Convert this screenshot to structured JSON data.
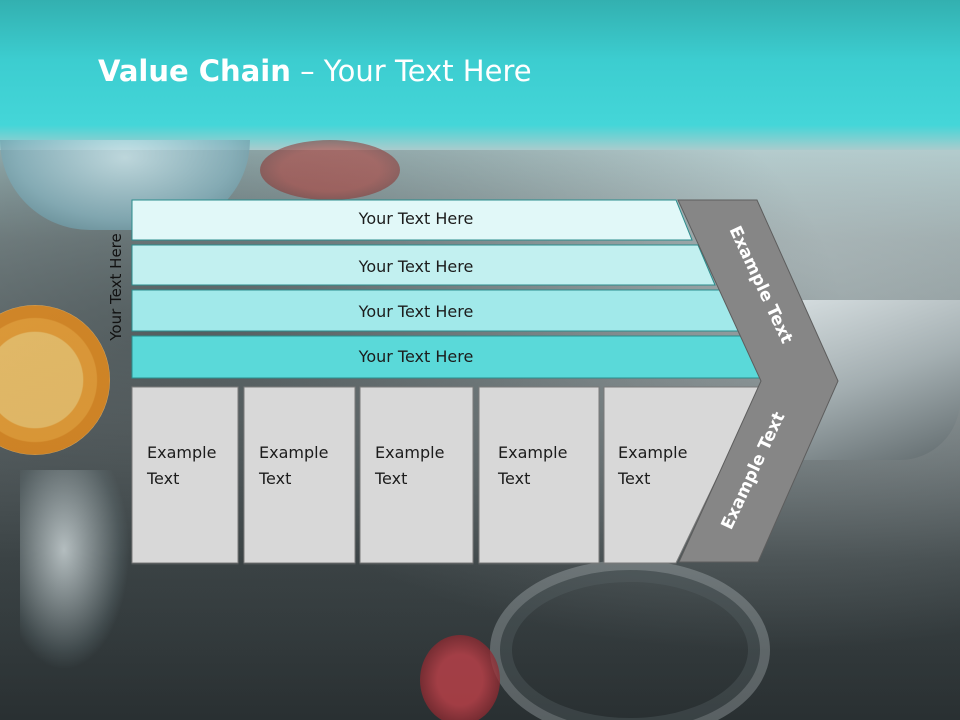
{
  "title": {
    "bold": "Value Chain",
    "rest": " – Your Text Here"
  },
  "vertical_label": "Your Text Here",
  "support_rows": [
    {
      "label": "Your Text Here",
      "fill": "#e1f8f8"
    },
    {
      "label": "Your Text Here",
      "fill": "#c2f0f0"
    },
    {
      "label": "Your Text Here",
      "fill": "#a1e9ea"
    },
    {
      "label": "Your Text Here",
      "fill": "#5ad9d9"
    }
  ],
  "primary_activities": [
    {
      "line1": "Example",
      "line2": "Text"
    },
    {
      "line1": "Example",
      "line2": "Text"
    },
    {
      "line1": "Example",
      "line2": "Text"
    },
    {
      "line1": "Example",
      "line2": "Text"
    },
    {
      "line1": "Example",
      "line2": "Text"
    }
  ],
  "arrow_labels": {
    "upper": "Example Text",
    "lower": "Example Text"
  },
  "colors": {
    "row_stroke": "#2a8d8d",
    "activity_fill": "#d8d8d8",
    "activity_stroke": "#7a7a7a",
    "arrow_fill": "#868686",
    "arrow_stroke": "#5d5d5d",
    "title": "#ffffff",
    "text": "#1c1c1c"
  }
}
